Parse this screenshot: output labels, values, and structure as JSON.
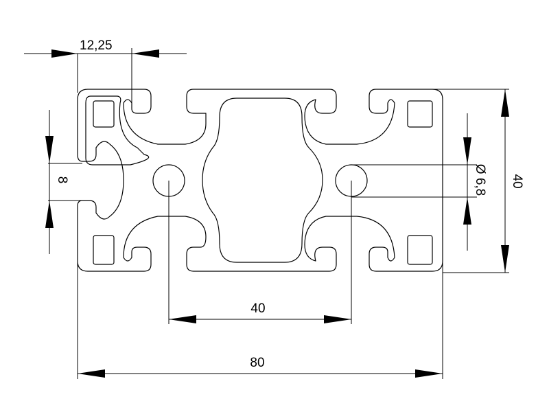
{
  "drawing": {
    "dimensions": {
      "slot_spacing": "12,25",
      "slot_width": "8",
      "hole_diameter": "Ø 6,8",
      "height": "40",
      "hole_spacing": "40",
      "width": "80"
    },
    "colors": {
      "line": "#000000",
      "background": "#ffffff"
    }
  }
}
